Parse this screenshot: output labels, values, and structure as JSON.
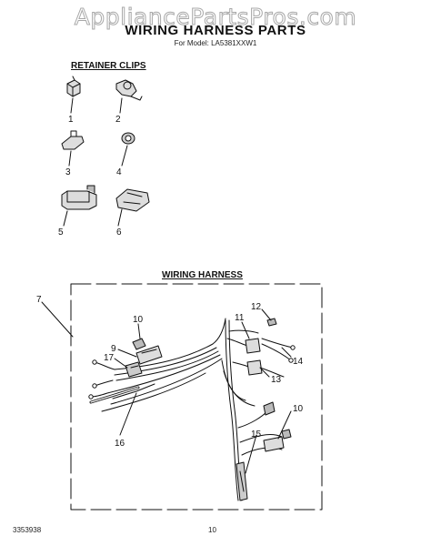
{
  "header": {
    "watermark": "AppliancePartsPros.com",
    "title": "WIRING HARNESS PARTS",
    "subtitle": "For Model: LA5381XXW1"
  },
  "sections": {
    "retainer_clips": "RETAINER CLIPS",
    "wiring_harness": "WIRING HARNESS"
  },
  "callouts": {
    "c1": "1",
    "c2": "2",
    "c3": "3",
    "c4": "4",
    "c5": "5",
    "c6": "6",
    "c7": "7",
    "c9": "9",
    "c10": "10",
    "c11": "11",
    "c12": "12",
    "c13": "13",
    "c14": "14",
    "c15": "15",
    "c16": "16",
    "c17": "17"
  },
  "footer": {
    "doc_number": "3353938",
    "page_number": "10"
  }
}
